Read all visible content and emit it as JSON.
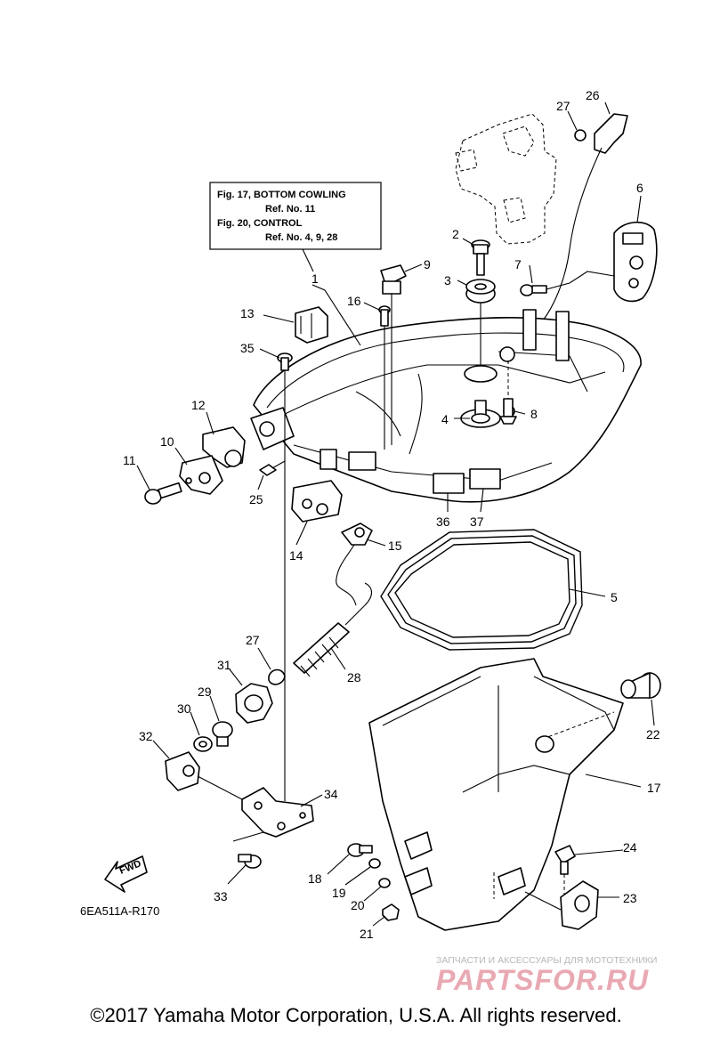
{
  "reference_box": {
    "line1": "Fig. 17, BOTTOM COWLING",
    "line2": "Ref. No. 11",
    "line3": "Fig. 20, CONTROL",
    "line4": "Ref. No. 4, 9, 28"
  },
  "callouts": {
    "p1": "1",
    "p2": "2",
    "p3": "3",
    "p4": "4",
    "p5": "5",
    "p6": "6",
    "p7": "7",
    "p8": "8",
    "p9": "9",
    "p10": "10",
    "p11": "11",
    "p12": "12",
    "p13": "13",
    "p14": "14",
    "p15": "15",
    "p16": "16",
    "p17": "17",
    "p18": "18",
    "p19": "19",
    "p20": "20",
    "p21": "21",
    "p22": "22",
    "p23": "23",
    "p24": "24",
    "p25": "25",
    "p26": "26",
    "p27a": "27",
    "p27b": "27",
    "p28": "28",
    "p29": "29",
    "p30": "30",
    "p31": "31",
    "p32": "32",
    "p33": "33",
    "p34": "34",
    "p35": "35",
    "p36": "36",
    "p37": "37"
  },
  "fwd_label": "FWD",
  "part_code": "6EA511A-R170",
  "watermark": {
    "caption": "ЗАПЧАСТИ И АКСЕССУАРЫ ДЛЯ МОТОТЕХНИКИ",
    "brand": "PARTSFOR.RU"
  },
  "copyright": "©2017 Yamaha Motor Corporation, U.S.A. All rights reserved."
}
